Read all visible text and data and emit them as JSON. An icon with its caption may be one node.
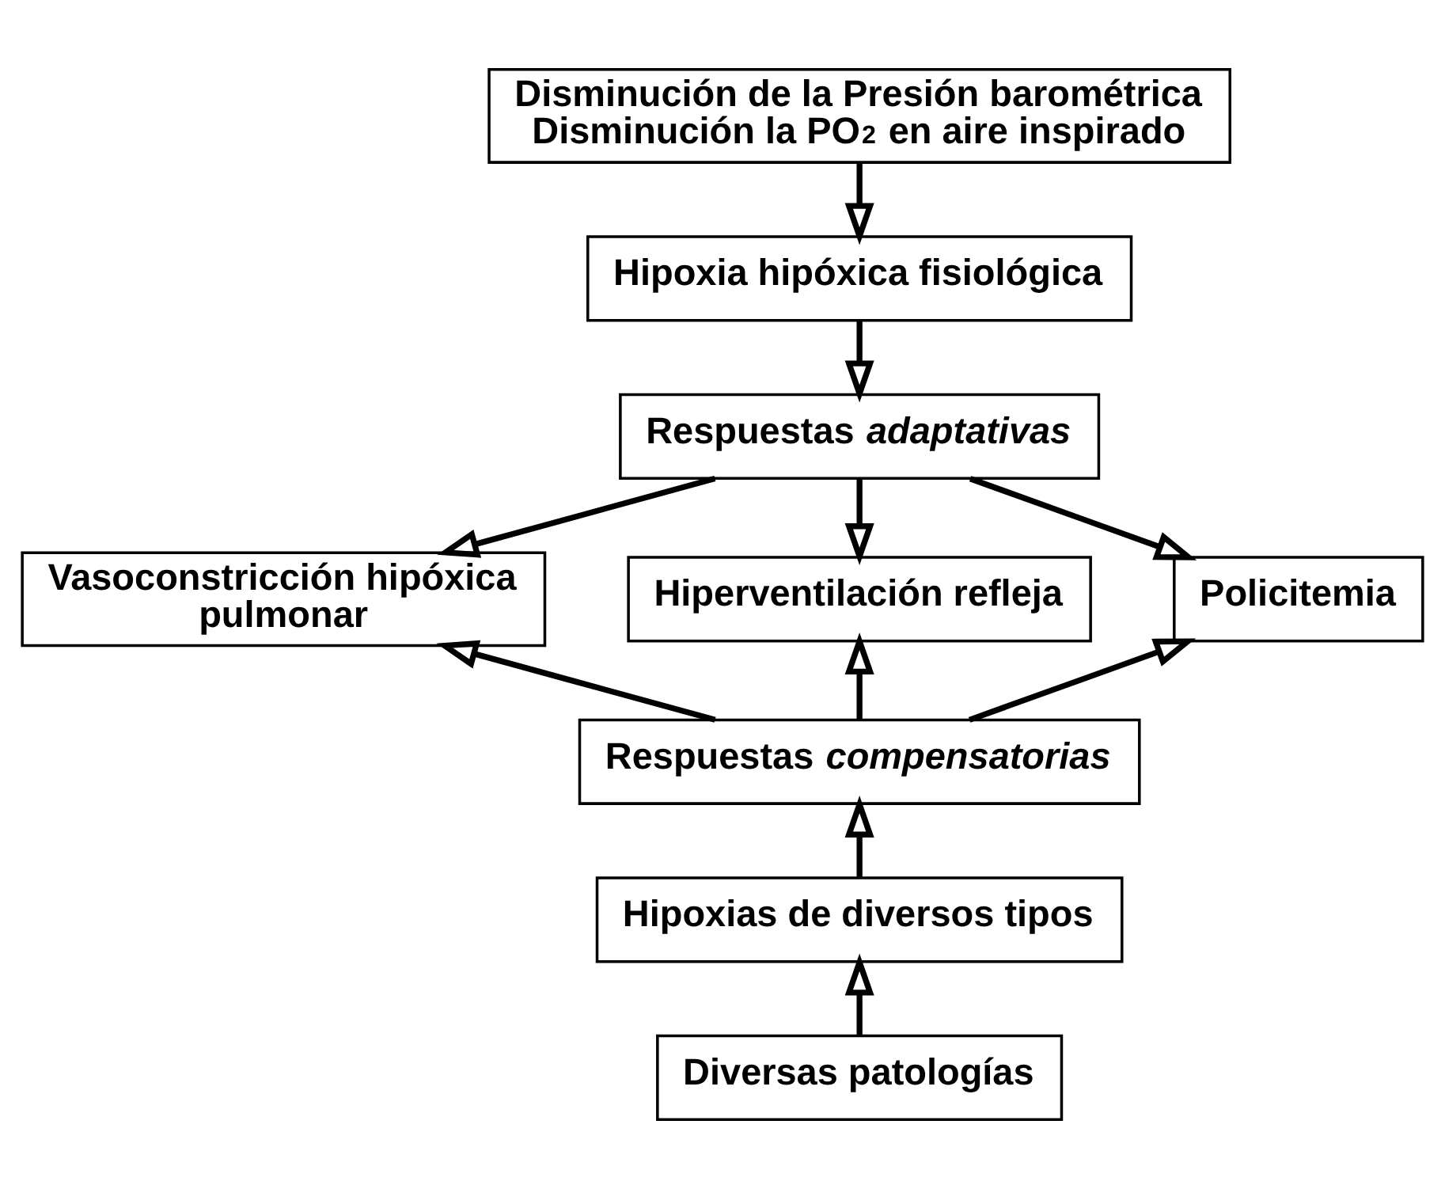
{
  "diagram": {
    "nodes": [
      {
        "text": [
          "Disminución de la Presión barométrica",
          "Disminución la PO$_{2}$ en aire inspirado"
        ]
      },
      {
        "text": [
          "Hipoxia hipóxica fisiológica"
        ]
      },
      {
        "text": [
          "Respuestas *adaptativas*"
        ]
      },
      {
        "text": [
          "Vasoconstricción hipóxica pulmonar"
        ]
      },
      {
        "text": [
          "Hiperventilación refleja"
        ]
      },
      {
        "text": [
          "Policitemia"
        ]
      },
      {
        "text": [
          "Respuestas *compensatorias*"
        ]
      },
      {
        "text": [
          "Hipoxias de diversos tipos"
        ]
      },
      {
        "text": [
          "Diversas patologías"
        ]
      }
    ],
    "edges": [
      {
        "from": 0,
        "to": 1,
        "arrow": "to"
      },
      {
        "from": 1,
        "to": 2,
        "arrow": "to"
      },
      {
        "from": 2,
        "to": 3,
        "arrow": "to"
      },
      {
        "from": 2,
        "to": 4,
        "arrow": "to"
      },
      {
        "from": 2,
        "to": 5,
        "arrow": "to"
      },
      {
        "from": 6,
        "to": 3,
        "arrow": "to"
      },
      {
        "from": 6,
        "to": 4,
        "arrow": "to"
      },
      {
        "from": 6,
        "to": 5,
        "arrow": "to"
      },
      {
        "from": 7,
        "to": 6,
        "arrow": "to"
      },
      {
        "from": 8,
        "to": 7,
        "arrow": "to"
      }
    ]
  }
}
